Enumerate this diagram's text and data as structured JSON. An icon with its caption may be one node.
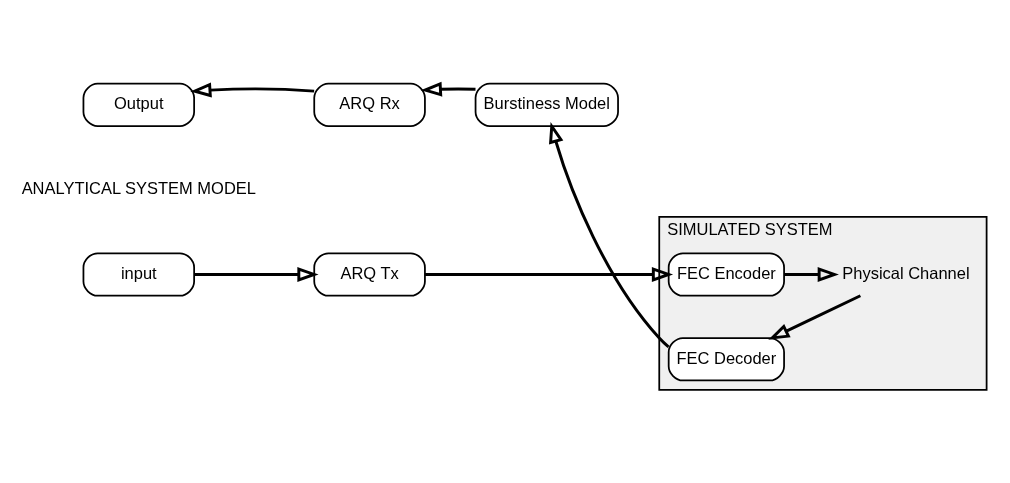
{
  "diagram": {
    "nodes": [
      {
        "text": [
          "SIMULATED SYSTEM"
        ]
      },
      {
        "text": [
          "input"
        ]
      },
      {
        "text": [
          "ARQ Tx"
        ]
      },
      {
        "text": [
          "FEC Encoder"
        ],
        "in": 0
      },
      {
        "text": [
          "Physical Channel"
        ],
        "in": 0
      },
      {
        "text": [
          "FEC Decoder"
        ],
        "in": 0
      },
      {
        "text": [
          "Burstiness Model"
        ]
      },
      {
        "text": [
          "ARQ Rx"
        ]
      },
      {
        "text": [
          "Output"
        ]
      }
    ],
    "edges": [
      {
        "from": 1,
        "to": 2,
        "arrow": "to"
      },
      {
        "from": 2,
        "to": 3,
        "arrow": "to"
      },
      {
        "from": 3,
        "to": 4,
        "arrow": "to"
      },
      {
        "from": 4,
        "to": 5,
        "arrow": "to"
      },
      {
        "from": 5,
        "to": 6,
        "arrow": "to"
      },
      {
        "from": 6,
        "to": 7,
        "arrow": "to"
      },
      {
        "from": 7,
        "to": 8,
        "arrow": "to"
      }
    ],
    "labels": [
      "ANALYTICAL SYSTEM MODEL"
    ]
  }
}
